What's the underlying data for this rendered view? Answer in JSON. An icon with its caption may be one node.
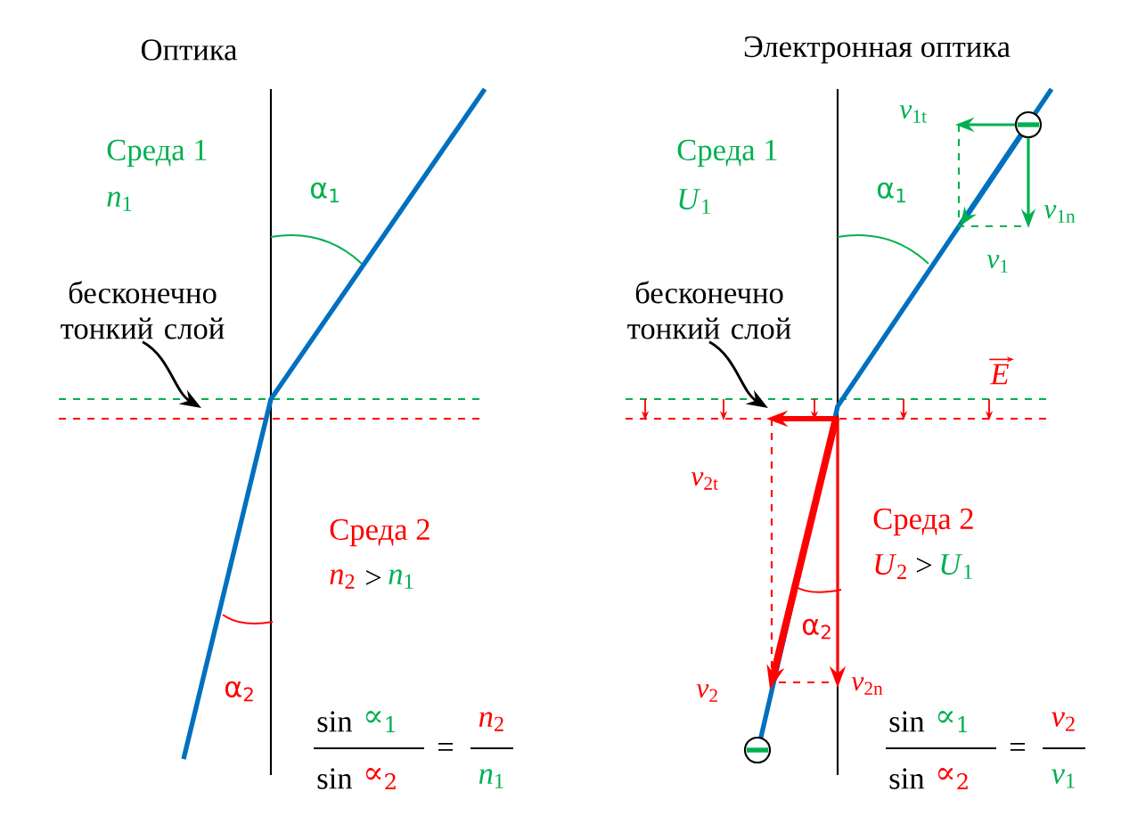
{
  "diagram": {
    "nodes": [
      {
        "text": [
          "бесконечно тонкий слой"
        ]
      },
      {
        "text": [
          "бесконечно тонкий слой"
        ]
      }
    ],
    "edges": [
      {
        "from": 0,
        "to": null,
        "arrow": "to"
      },
      {
        "from": 1,
        "to": null,
        "arrow": "to"
      }
    ],
    "labels": [
      "Оптика",
      "Электронная оптика",
      "Среда 1",
      "*n*$_{1}$",
      "α$_{1}$",
      "Среда 1",
      "*U*$_{1}$",
      "α$_{1}$",
      "*v*$_{1t}$",
      "*v*$_{1n}$",
      "*v*$_{1}$",
      "*E*",
      "Среда 2",
      "*n*$_{2}$",
      ">",
      "*n*$_{1}$",
      "α$_{2}$",
      "*v*$_{2t}$",
      "Среда 2",
      "*U*$_{2}$",
      ">",
      "*U*$_{1}$",
      "α$_{2}$",
      "*v*$_{2}$",
      "*v*$_{2n}$",
      "sin",
      "∝$_{1}$",
      "sin",
      "∝$_{2}$",
      "=",
      "*n*$_{2}$",
      "*n*$_{1}$",
      "sin",
      "∝$_{1}$",
      "sin",
      "∝$_{2}$",
      "=",
      "*v*$_{2}$",
      "*v*$_{1}$"
    ]
  }
}
